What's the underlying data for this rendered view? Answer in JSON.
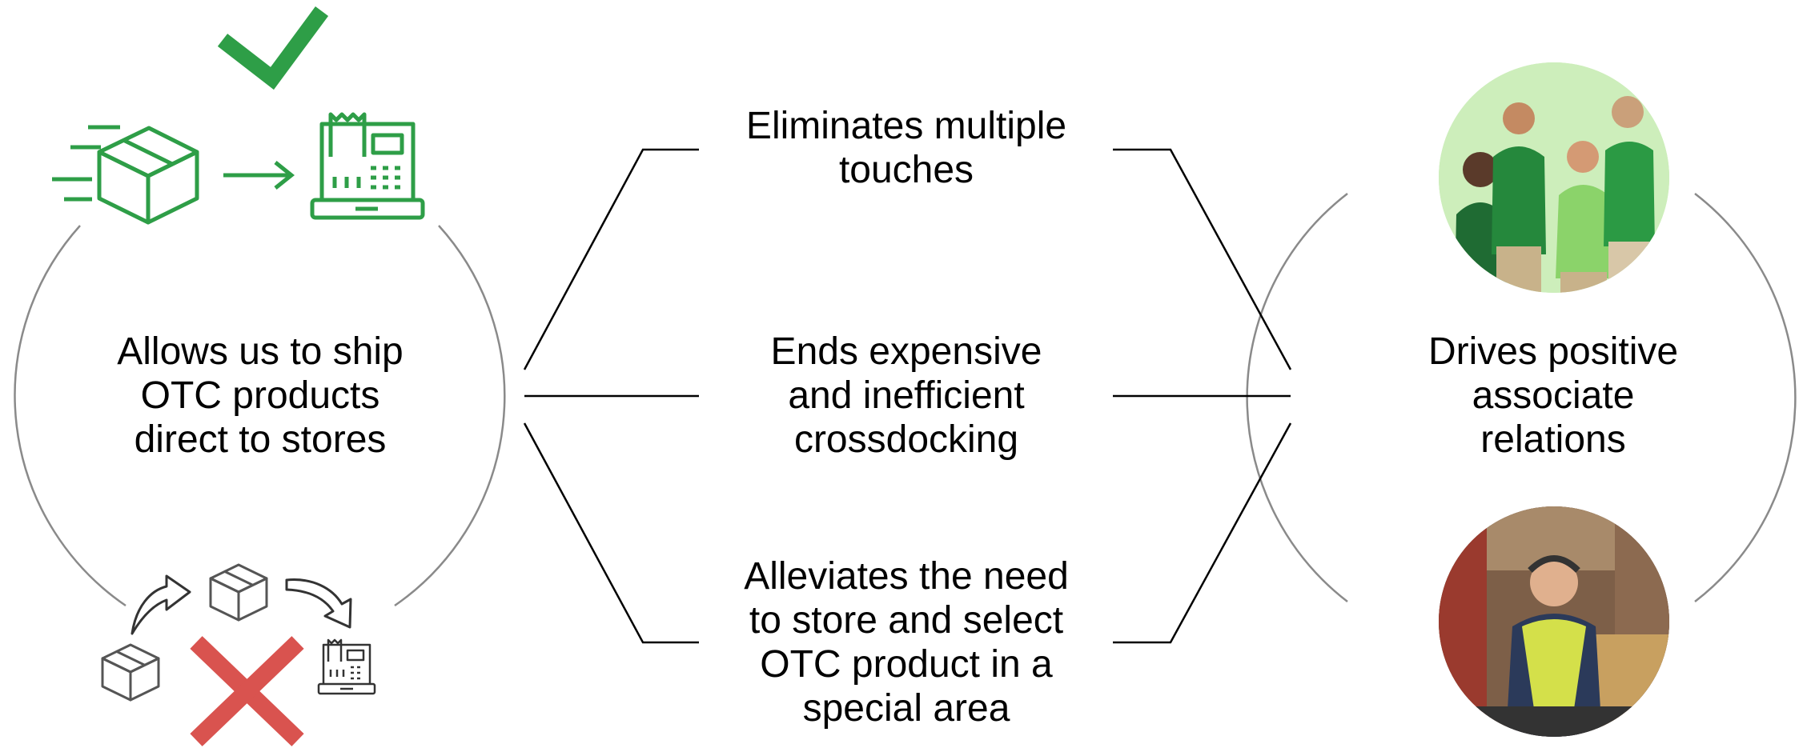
{
  "colors": {
    "green": "#2e9e47",
    "red": "#d9534f",
    "line": "#000000",
    "arc": "#8a8a8a",
    "gray_icon": "#555555"
  },
  "left": {
    "lines": [
      "Allows us to ship",
      "OTC products",
      "direct to stores"
    ],
    "icons": [
      "check-icon",
      "shipping-box-icon",
      "arrow-right-icon",
      "cash-register-icon",
      "x-icon"
    ]
  },
  "middle": {
    "top": [
      "Eliminates multiple",
      "touches"
    ],
    "center": [
      "Ends expensive",
      "and inefficient",
      "crossdocking"
    ],
    "bottom": [
      "Alleviates the need",
      "to store and select",
      "OTC product in a",
      "special area"
    ]
  },
  "right": {
    "lines": [
      "Drives positive",
      "associate",
      "relations"
    ],
    "photos": [
      "store-associates-photo",
      "warehouse-worker-photo"
    ]
  }
}
